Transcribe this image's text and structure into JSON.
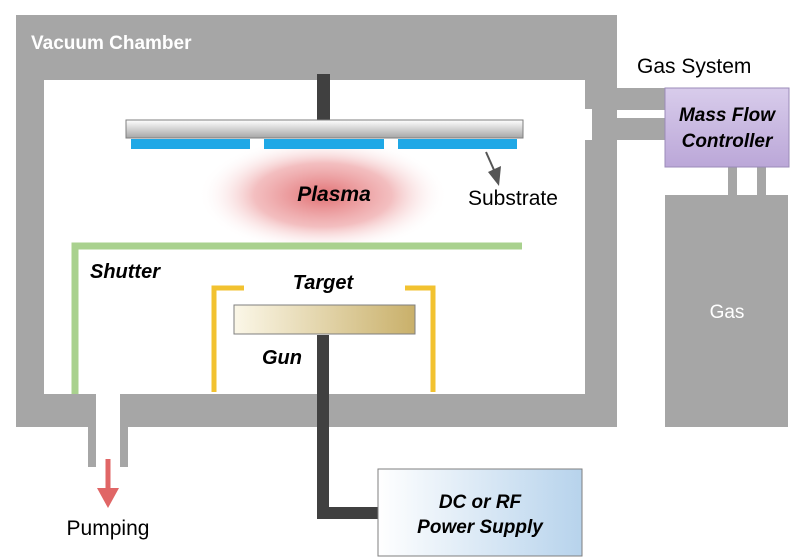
{
  "labels": {
    "vacuum_chamber": "Vacuum Chamber",
    "gas_system": "Gas System",
    "mass_flow_line1": "Mass Flow",
    "mass_flow_line2": "Controller",
    "gas": "Gas",
    "plasma": "Plasma",
    "substrate": "Substrate",
    "shutter": "Shutter",
    "target": "Target",
    "gun": "Gun",
    "power_line1": "DC or RF",
    "power_line2": "Power Supply",
    "pumping": "Pumping"
  },
  "colors": {
    "chamber": "#a6a6a6",
    "substrate_blue": "#1fa8e6",
    "shutter_green": "#a9d18e",
    "gun_yellow": "#f2c230",
    "plasma_red": "#e8797c",
    "mfc_purple": "#c9b8e0",
    "pump_arrow": "#e06666",
    "rod": "#404040"
  }
}
